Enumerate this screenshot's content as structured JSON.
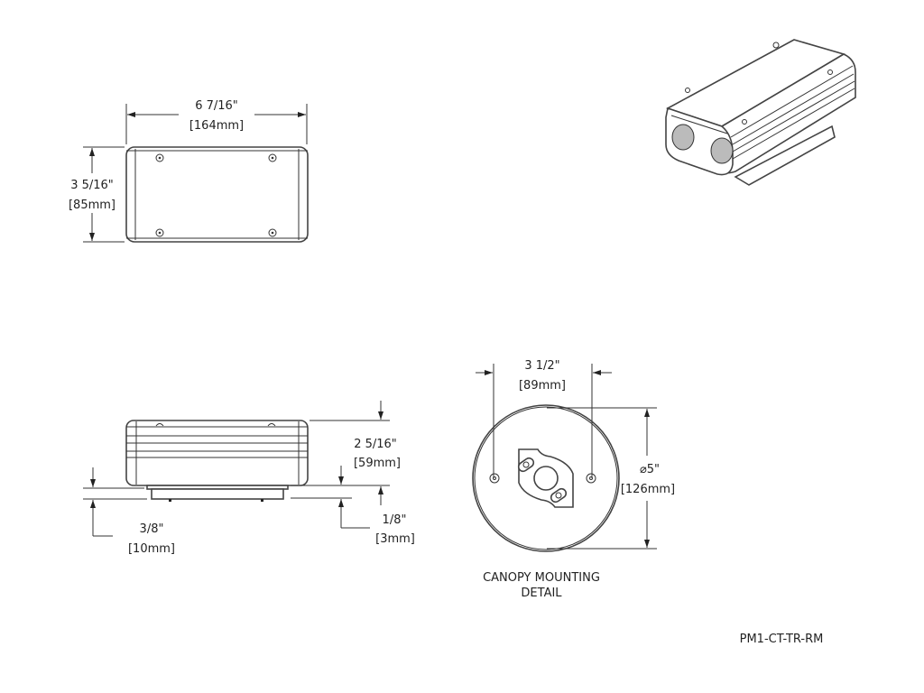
{
  "top_view": {
    "width_in": "6 7/16\"",
    "width_mm": "[164mm]",
    "height_in": "3 5/16\"",
    "height_mm": "[85mm]"
  },
  "side_view": {
    "height_in": "2 5/16\"",
    "height_mm": "[59mm]",
    "offset_in": "3/8\"",
    "offset_mm": "[10mm]",
    "plate_in": "1/8\"",
    "plate_mm": "[3mm]"
  },
  "canopy": {
    "spacing_in": "3 1/2\"",
    "spacing_mm": "[89mm]",
    "diameter_in": "⌀5\"",
    "diameter_mm": "[126mm]",
    "caption_line1": "CANOPY MOUNTING",
    "caption_line2": "DETAIL"
  },
  "part_number": "PM1-CT-TR-RM"
}
